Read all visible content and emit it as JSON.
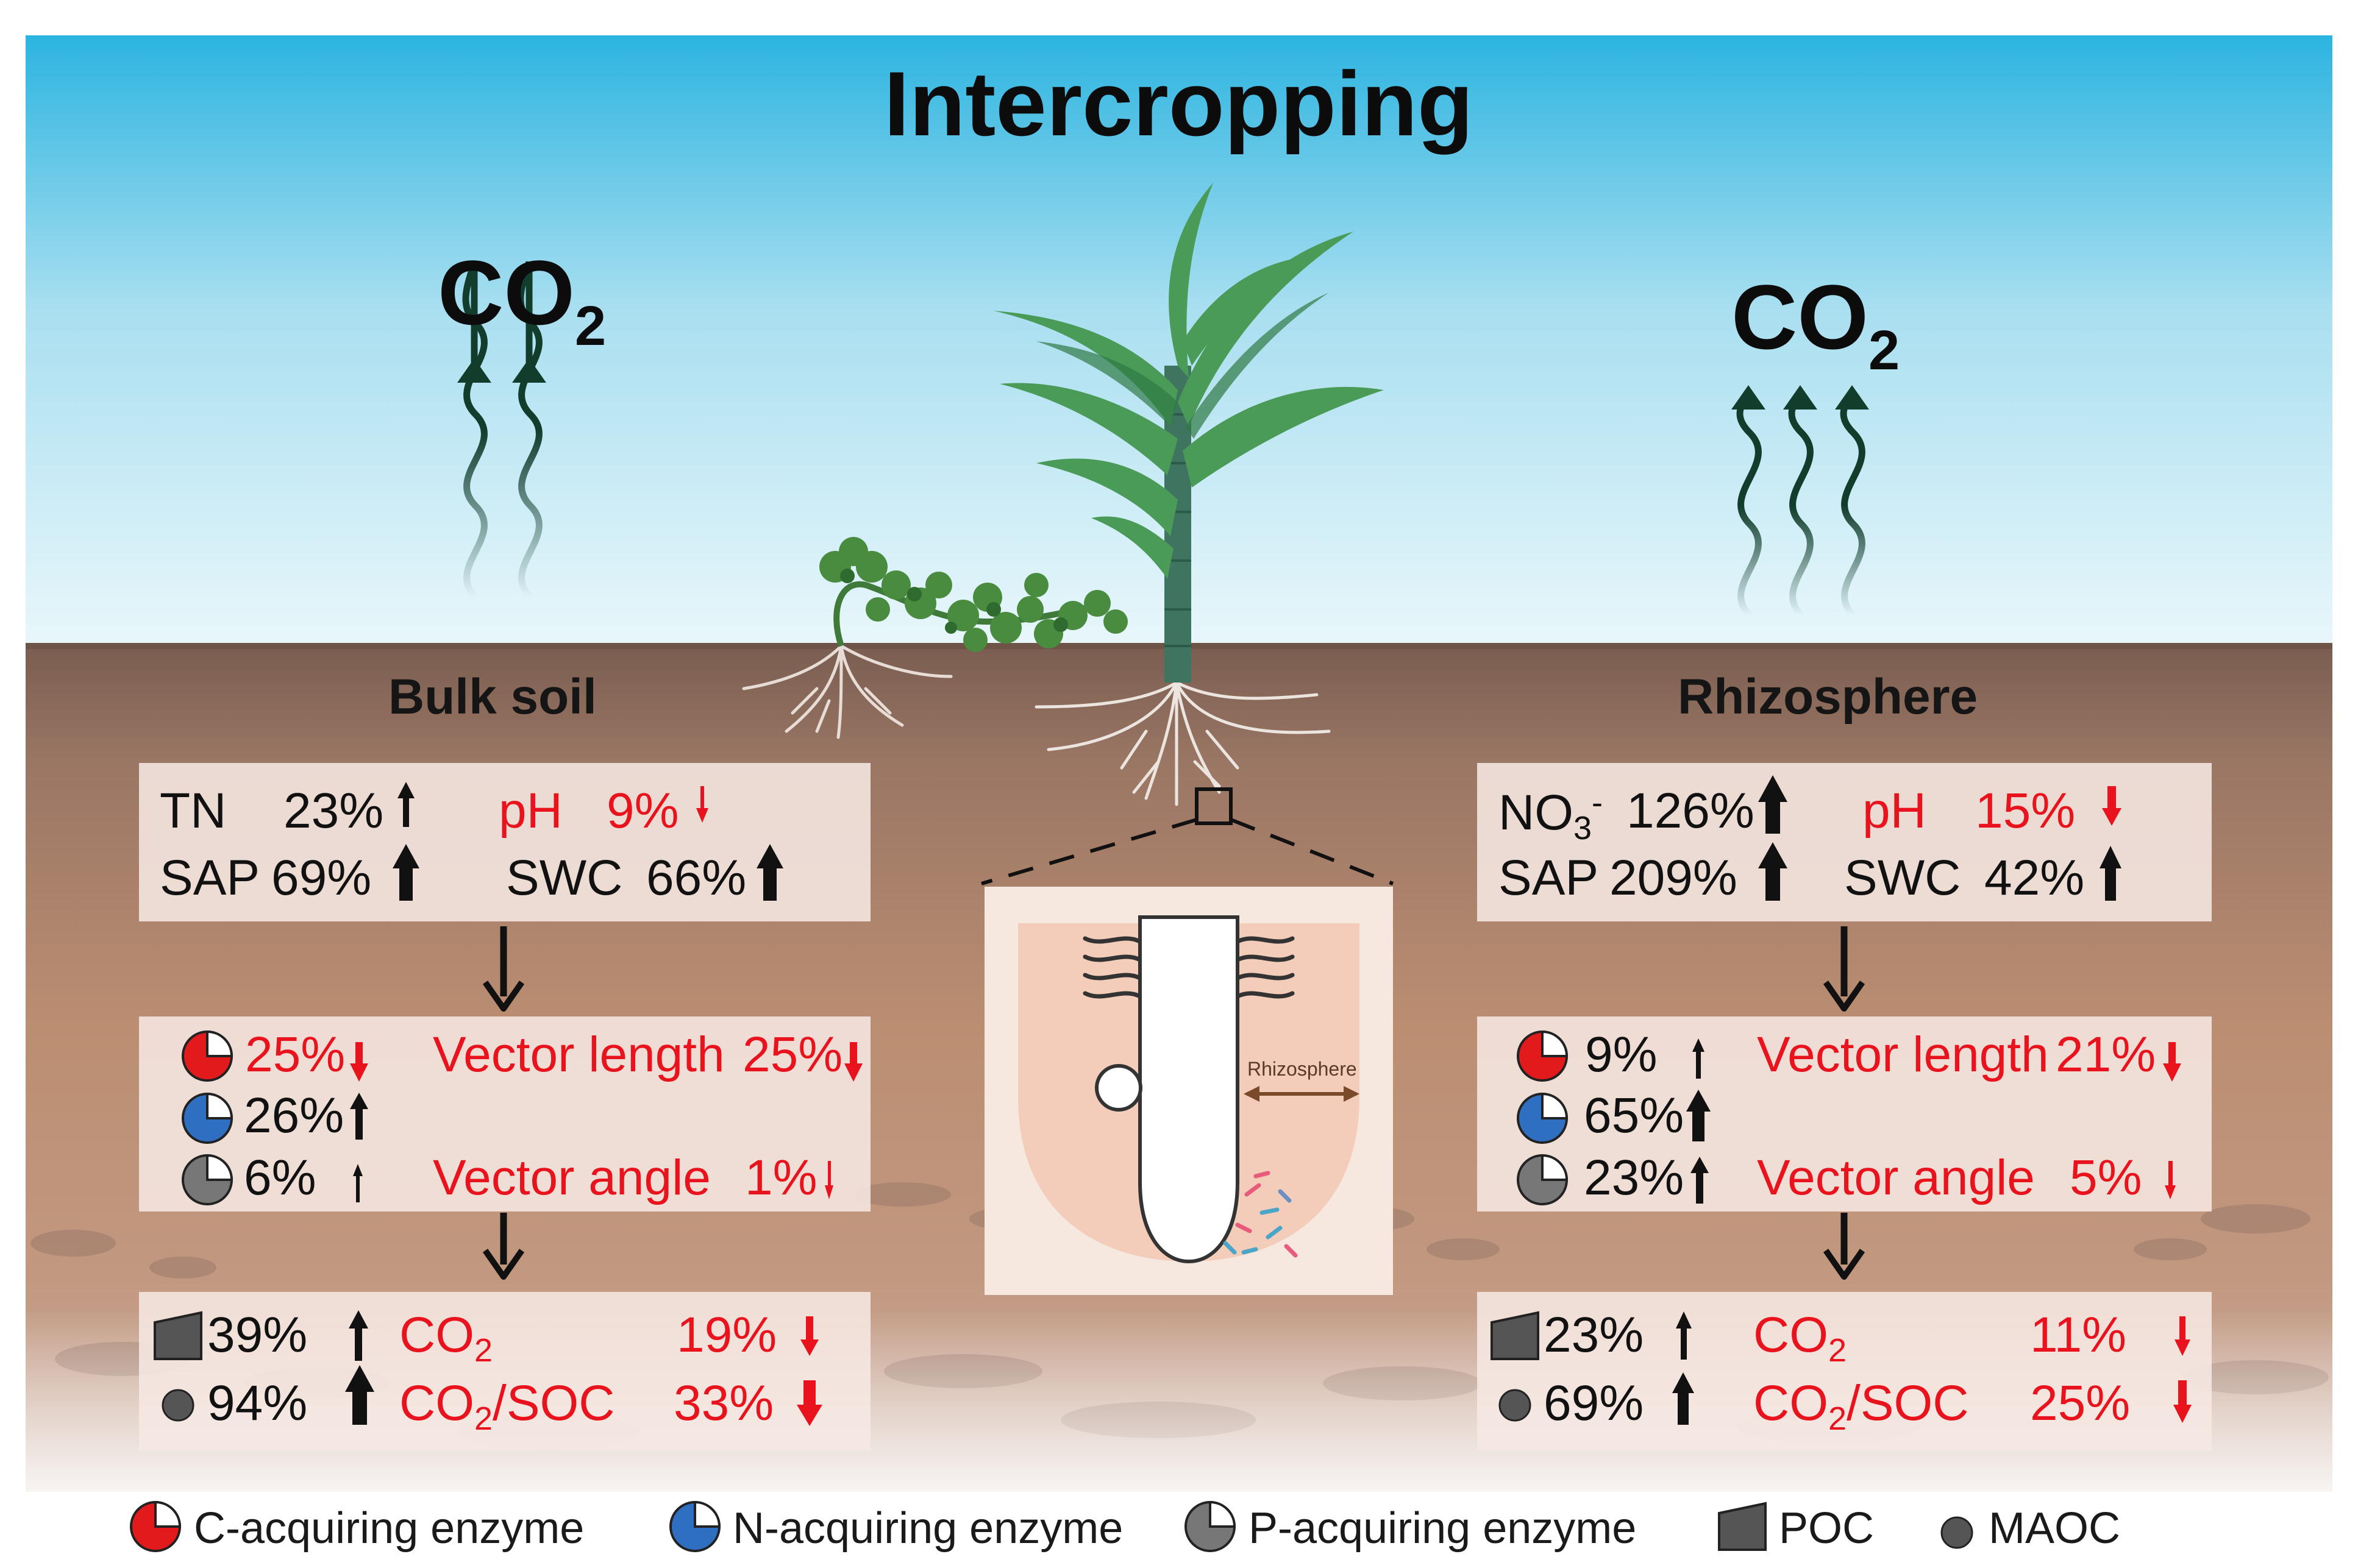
{
  "title": "Intercropping",
  "co2_label": {
    "main": "CO",
    "sub": "2"
  },
  "inset_label": "Rhizosphere",
  "bulk": {
    "heading": "Bulk soil",
    "soil": {
      "tn_label": "TN",
      "tn_val": "23%",
      "ph_label": "pH",
      "ph_val": "9%",
      "sap_label": "SAP",
      "sap_val": "69%",
      "swc_label": "SWC",
      "swc_val": "66%"
    },
    "enzyme": {
      "c_val": "25%",
      "n_val": "26%",
      "p_val": "6%",
      "vl_label": "Vector length",
      "vl_val": "25%",
      "va_label": "Vector angle",
      "va_val": "1%"
    },
    "carbon": {
      "poc_val": "39%",
      "maoc_val": "94%",
      "co2_main": "CO",
      "co2_sub": "2",
      "co2_val": "19%",
      "ratio_main": "CO",
      "ratio_sub": "2",
      "ratio_tail": "/SOC",
      "ratio_val": "33%"
    }
  },
  "rhizo": {
    "heading": "Rhizosphere",
    "soil": {
      "no3_main": "NO",
      "no3_sub": "3",
      "no3_sup": "-",
      "no3_val": "126%",
      "ph_label": "pH",
      "ph_val": "15%",
      "sap_label": "SAP",
      "sap_val": "209%",
      "swc_label": "SWC",
      "swc_val": "42%"
    },
    "enzyme": {
      "c_val": "9%",
      "n_val": "65%",
      "p_val": "23%",
      "vl_label": "Vector length",
      "vl_val": "21%",
      "va_label": "Vector angle",
      "va_val": "5%"
    },
    "carbon": {
      "poc_val": "23%",
      "maoc_val": "69%",
      "co2_main": "CO",
      "co2_sub": "2",
      "co2_val": "11%",
      "ratio_main": "CO",
      "ratio_sub": "2",
      "ratio_tail": "/SOC",
      "ratio_val": "25%"
    }
  },
  "legend": {
    "c": "C-acquiring enzyme",
    "n": "N-acquiring enzyme",
    "p": "P-acquiring enzyme",
    "poc": "POC",
    "maoc": "MAOC"
  },
  "colors": {
    "increase": "#111111",
    "decrease": "#e8131c",
    "c_enzyme": "#e31a1c",
    "n_enzyme": "#2f6fc2",
    "p_enzyme": "#777777",
    "soil": "#8e6a58",
    "sky": "#2cb4e0"
  }
}
